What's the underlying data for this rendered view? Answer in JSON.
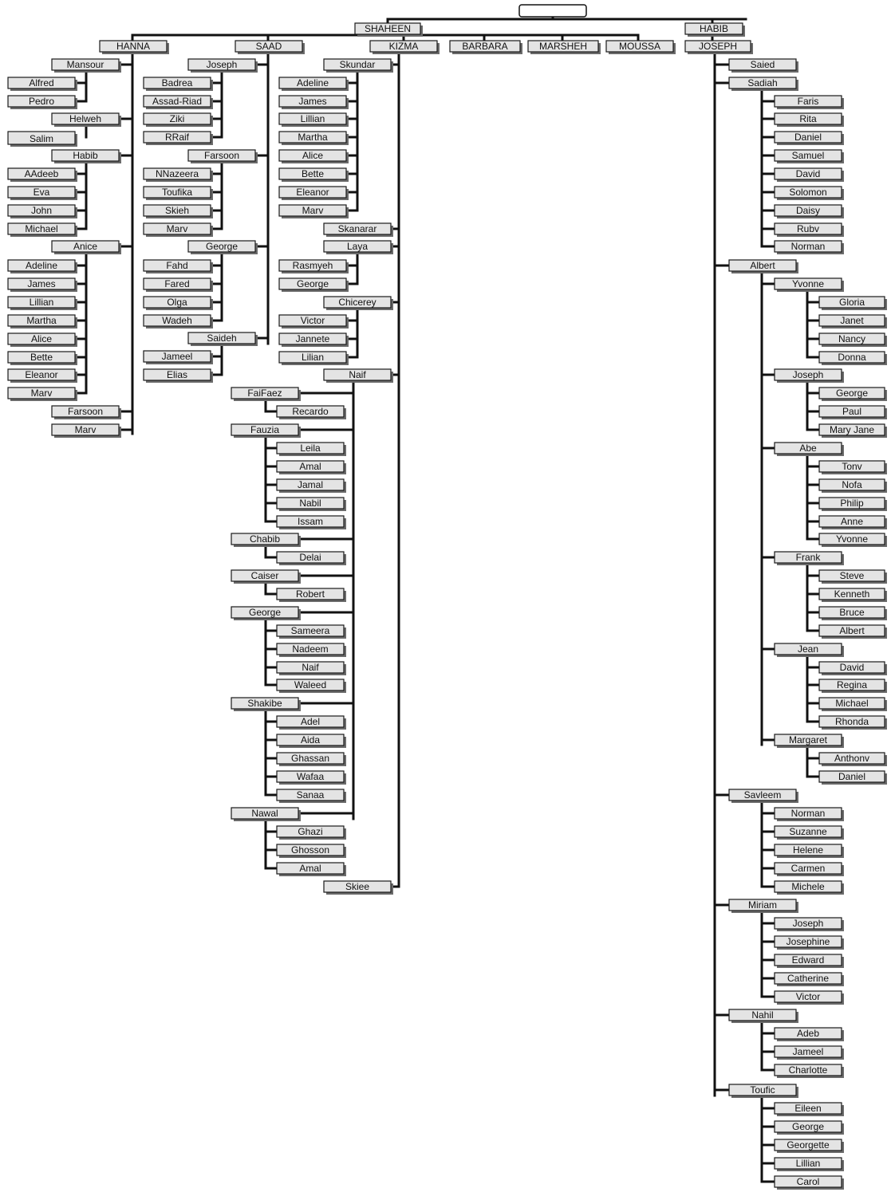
{
  "root": "",
  "lines": {
    "shaheen": "SHAHEEN",
    "habib_top": "HABIB",
    "hanna": "HANNA",
    "saad": "SAAD",
    "kizma": "KIZMA",
    "barbara": "BARBARA",
    "marsheh": "MARSHEH",
    "moussa": "MOUSSA",
    "joseph_top": "JOSEPH"
  },
  "hanna": {
    "mansour": "Mansour",
    "alfred": "Alfred",
    "pedro": "Pedro",
    "helweh": "Helweh",
    "salim": "Salim",
    "habib": "Habib",
    "aadeeb": "AAdeeb",
    "eva": "Eva",
    "john": "John",
    "michael": "Michael",
    "anice": "Anice",
    "adeline": "Adeline",
    "james": "James",
    "lillian": "Lillian",
    "martha": "Martha",
    "alice": "Alice",
    "bette": "Bette",
    "eleanor": "Eleanor",
    "mary1": "Marv",
    "farsoon": "Farsoon",
    "mary2": "Marv"
  },
  "saad": {
    "joseph": "Joseph",
    "badrea": "Badrea",
    "assad_riad": "Assad-Riad",
    "ziki": "Ziki",
    "rraif": "RRaif",
    "farsoon": "Farsoon",
    "nnazeera": "NNazeera",
    "toufika": "Toufika",
    "skieh": "Skieh",
    "mary": "Marv",
    "george": "George",
    "fahd": "Fahd",
    "fared": "Fared",
    "olga": "Olga",
    "wadeh": "Wadeh",
    "saideh": "Saideh",
    "jameel": "Jameel",
    "elias": "Elias"
  },
  "kizma": {
    "skundar": "Skundar",
    "adeline": "Adeline",
    "james": "James",
    "lillian": "Lillian",
    "martha": "Martha",
    "alice": "Alice",
    "bette": "Bette",
    "eleanor": "Eleanor",
    "mary": "Marv",
    "skanarar": "Skanarar",
    "laya": "Laya",
    "rasmyeh": "Rasmyeh",
    "george": "George",
    "chicerey": "Chicerey",
    "victor": "Victor",
    "jannete": "Jannete",
    "lilian": "Lilian",
    "naif": "Naif",
    "faifaez": "FaiFaez",
    "recardo": "Recardo",
    "fauzia": "Fauzia",
    "leila": "Leila",
    "amal1": "Amal",
    "jamal": "Jamal",
    "nabil": "Nabil",
    "issam": "Issam",
    "chabib": "Chabib",
    "delai": "Delai",
    "caiser": "Caiser",
    "robert": "Robert",
    "george2": "George",
    "sameera": "Sameera",
    "nadeem": "Nadeem",
    "naif2": "Naif",
    "waleed": "Waleed",
    "shakibe": "Shakibe",
    "adel": "Adel",
    "aida": "Aida",
    "ghassan": "Ghassan",
    "wafaa": "Wafaa",
    "sanaa": "Sanaa",
    "nawal": "Nawal",
    "ghazi": "Ghazi",
    "ghosson": "Ghosson",
    "amal2": "Amal",
    "skiee": "Skiee"
  },
  "joseph": {
    "saied": "Saied",
    "sadiah": "Sadiah",
    "faris": "Faris",
    "rita": "Rita",
    "daniel": "Daniel",
    "samuel": "Samuel",
    "david": "David",
    "solomon": "Solomon",
    "daisy": "Daisy",
    "ruby": "Rubv",
    "norman": "Norman",
    "albert": "Albert",
    "yvonne": "Yvonne",
    "gloria": "Gloria",
    "janet": "Janet",
    "nancy": "Nancy",
    "donna": "Donna",
    "joseph2": "Joseph",
    "george": "George",
    "paul": "Paul",
    "mary_jane": "Mary Jane",
    "abe": "Abe",
    "tony": "Tonv",
    "nofa": "Nofa",
    "philip": "Philip",
    "anne": "Anne",
    "yvonne2": "Yvonne",
    "frank": "Frank",
    "steve": "Steve",
    "kenneth": "Kenneth",
    "bruce": "Bruce",
    "albert2": "Albert",
    "jean": "Jean",
    "david2": "David",
    "regina": "Regina",
    "michael": "Michael",
    "rhonda": "Rhonda",
    "margaret": "Margaret",
    "anthony": "Anthonv",
    "daniel2": "Daniel",
    "savleem": "Savleem",
    "norman2": "Norman",
    "suzanne": "Suzanne",
    "helene": "Helene",
    "carmen": "Carmen",
    "michele": "Michele",
    "miriam": "Miriam",
    "joseph3": "Joseph",
    "josephine": "Josephine",
    "edward": "Edward",
    "catherine": "Catherine",
    "victor": "Victor",
    "nahil": "Nahil",
    "adeb": "Adeb",
    "jameel": "Jameel",
    "charlotte": "Charlotte",
    "toufic": "Toufic",
    "eileen": "Eileen",
    "george2": "George",
    "georgette": "Georgette",
    "lillian": "Lillian",
    "carol": "Carol"
  }
}
